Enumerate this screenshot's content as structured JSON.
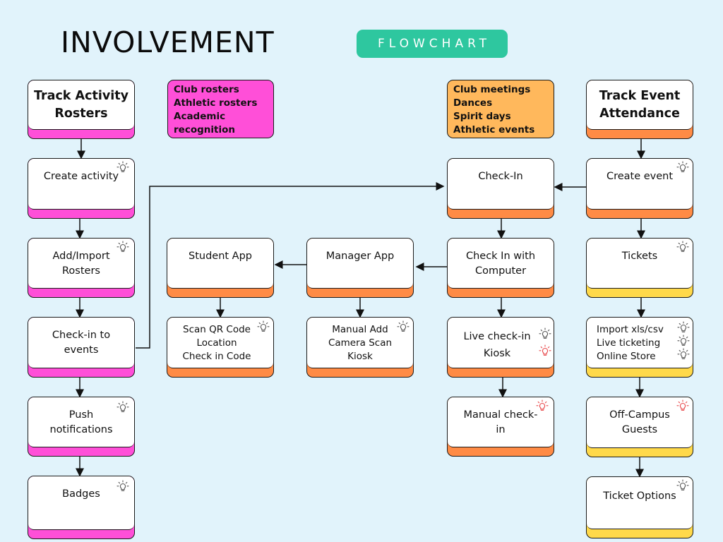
{
  "header": {
    "title": "INVOLVEMENT",
    "badge": "FLOWCHART"
  },
  "colors": {
    "background": "#e1f3fb",
    "pink": "#ff4fd8",
    "orange": "#ff8b45",
    "yellow": "#ffd94a",
    "note_orange": "#ffb85c",
    "badge": "#2ec79f",
    "bulb_alert": "#e8474a"
  },
  "notes": {
    "activities": "Club rosters\nAthletic rosters\nAcademic\nrecognition",
    "events": "Club meetings\nDances\nSpirit days\nAthletic events"
  },
  "rosters": {
    "heading": "Track Activity\nRosters",
    "create": "Create activity",
    "import": "Add/Import\nRosters",
    "checkin": "Check-in to\nevents",
    "push": "Push\nnotifications",
    "badges": "Badges"
  },
  "apps": {
    "student": "Student App",
    "student_features": "Scan QR Code\nLocation\nCheck in Code",
    "manager": "Manager App",
    "manager_features": "Manual Add\nCamera Scan\nKiosk"
  },
  "checkin": {
    "main": "Check-In",
    "computer": "Check In with\nComputer",
    "kiosk": "Live check-in\nKiosk",
    "manual": "Manual check-\nin"
  },
  "attendance": {
    "heading": "Track Event\nAttendance",
    "create": "Create event",
    "tickets": "Tickets",
    "import": "Import xls/csv\nLive ticketing\nOnline Store",
    "guests": "Off-Campus\nGuests",
    "options": "Ticket Options"
  },
  "icons": {
    "bulb": "lightbulb-icon",
    "arrow": "arrow-icon"
  }
}
